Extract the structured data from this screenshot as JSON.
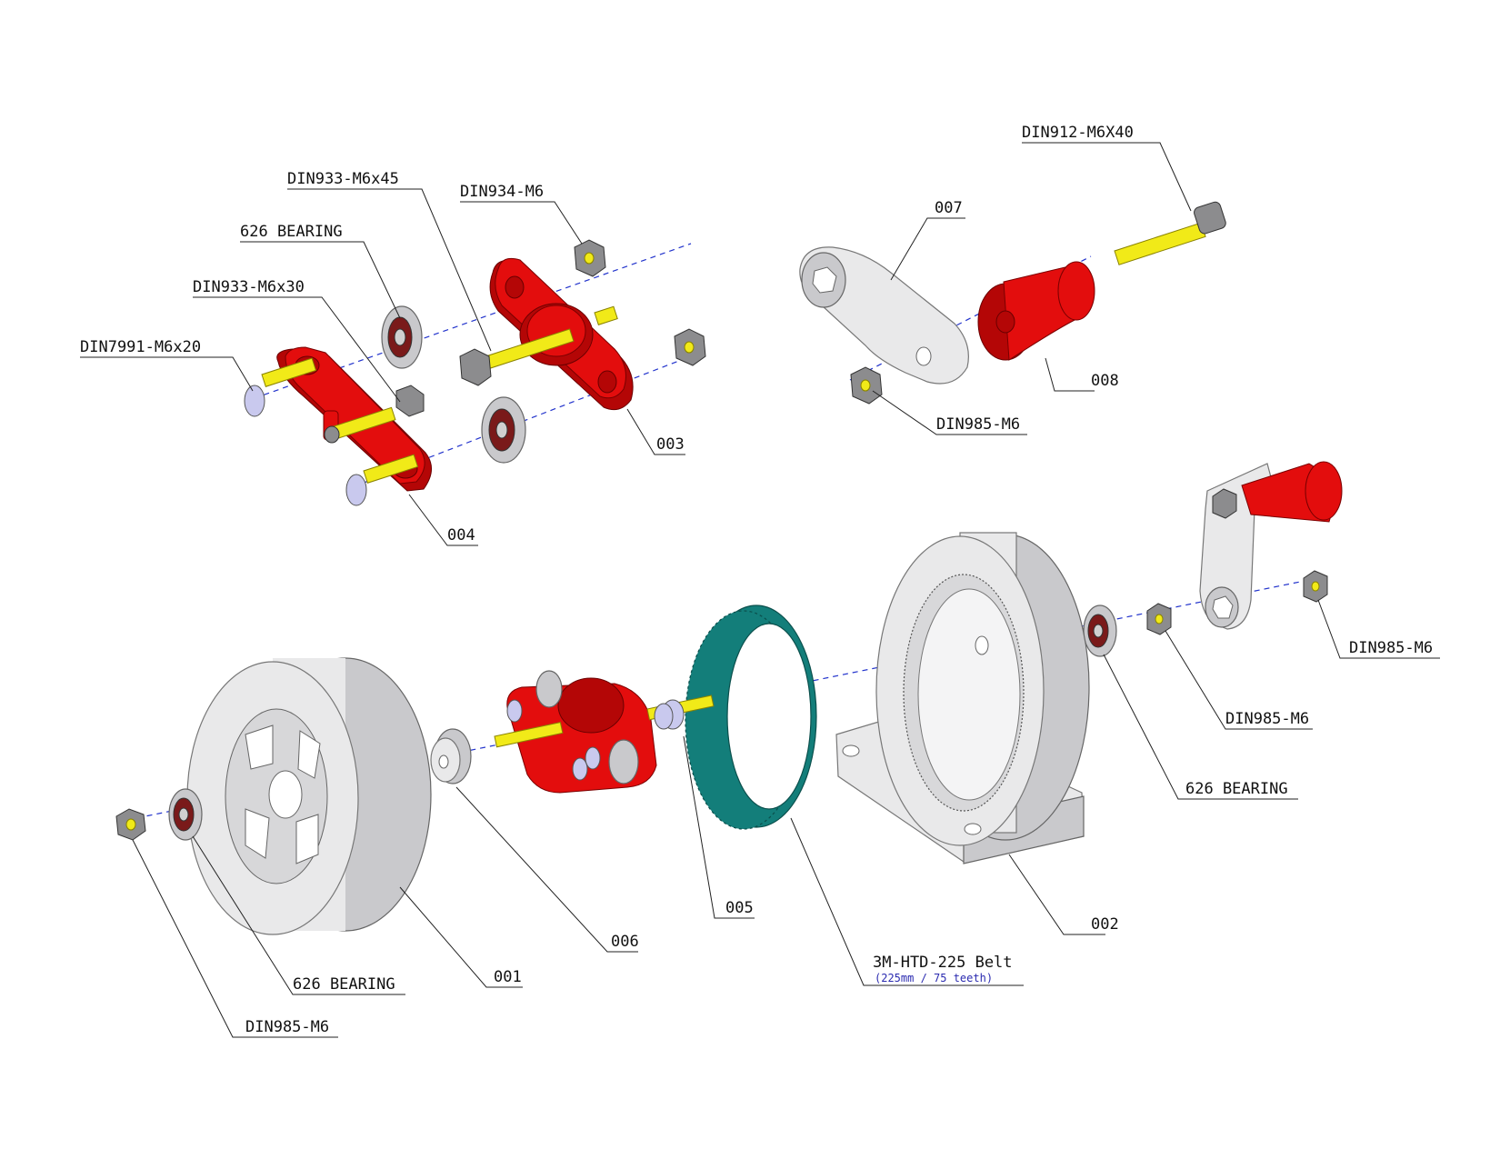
{
  "labels": [
    {
      "id": "din7991-m6x20",
      "text": "DIN7991-M6x20"
    },
    {
      "id": "din933-m6x30",
      "text": "DIN933-M6x30"
    },
    {
      "id": "626-bearing-top",
      "text": "626 BEARING"
    },
    {
      "id": "din933-m6x45",
      "text": "DIN933-M6x45"
    },
    {
      "id": "din934-m6",
      "text": "DIN934-M6"
    },
    {
      "id": "part-003",
      "text": "003"
    },
    {
      "id": "part-004",
      "text": "004"
    },
    {
      "id": "din912-m6x40",
      "text": "DIN912-M6X40"
    },
    {
      "id": "part-007",
      "text": "007"
    },
    {
      "id": "part-008",
      "text": "008"
    },
    {
      "id": "din985-m6-top",
      "text": "DIN985-M6"
    },
    {
      "id": "din985-m6-right",
      "text": "DIN985-M6"
    },
    {
      "id": "din985-m6-mid",
      "text": "DIN985-M6"
    },
    {
      "id": "626-bearing-right",
      "text": "626 BEARING"
    },
    {
      "id": "part-002",
      "text": "002"
    },
    {
      "id": "belt",
      "text": "3M-HTD-225 Belt"
    },
    {
      "id": "part-005",
      "text": "005"
    },
    {
      "id": "part-006",
      "text": "006"
    },
    {
      "id": "part-001",
      "text": "001"
    },
    {
      "id": "626-bearing-left",
      "text": "626 BEARING"
    },
    {
      "id": "din985-m6-left",
      "text": "DIN985-M6"
    }
  ],
  "belt_note": "(225mm / 75 teeth)",
  "colors": {
    "printed_part_red": "#e30d0d",
    "housing_grey": "#e9e9ea",
    "belt_teal": "#137e7a",
    "shaft_yellow": "#f1ea18",
    "axis_blue": "#2233cc"
  }
}
